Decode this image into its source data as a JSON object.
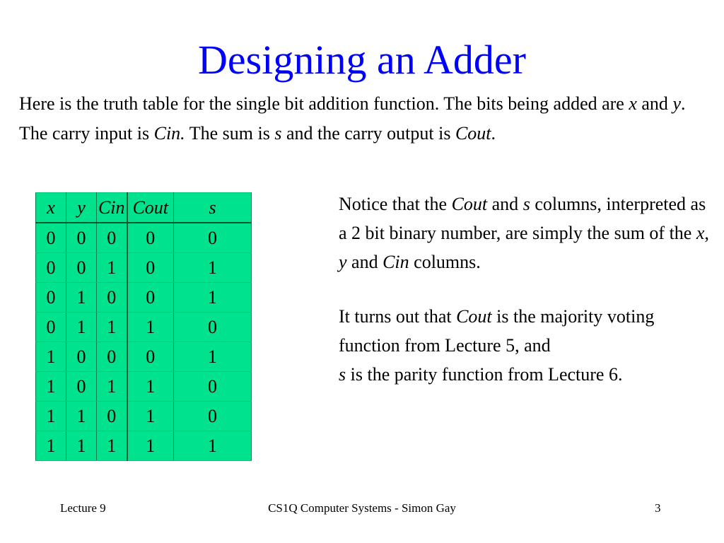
{
  "slide": {
    "title": "Designing an Adder"
  },
  "intro": {
    "p1": "Here is the truth table for the single bit addition function. The bits being added are ",
    "x": "x",
    "p2": " and ",
    "y": "y",
    "p3": ". The carry input is ",
    "cin": "Cin.",
    "p4": " The sum is ",
    "s": "s",
    "p5": " and the carry output is ",
    "cout": "Cout",
    "p6": "."
  },
  "truth_table": {
    "headers": [
      "x",
      "y",
      "Cin",
      "Cout",
      "s"
    ],
    "rows": [
      [
        "0",
        "0",
        "0",
        "0",
        "0"
      ],
      [
        "0",
        "0",
        "1",
        "0",
        "1"
      ],
      [
        "0",
        "1",
        "0",
        "0",
        "1"
      ],
      [
        "0",
        "1",
        "1",
        "1",
        "0"
      ],
      [
        "1",
        "0",
        "0",
        "0",
        "1"
      ],
      [
        "1",
        "0",
        "1",
        "1",
        "0"
      ],
      [
        "1",
        "1",
        "0",
        "1",
        "0"
      ],
      [
        "1",
        "1",
        "1",
        "1",
        "1"
      ]
    ],
    "background": "#00e38c"
  },
  "notes": {
    "n1": {
      "a": "Notice that the ",
      "cout": "Cout",
      "b": " and ",
      "s": "s",
      "c": " columns, interpreted as a 2 bit binary number, are simply the sum of the ",
      "x": "x",
      "d": ", ",
      "y": "y",
      "e": " and ",
      "cin": "Cin",
      "f": " columns."
    },
    "n2": {
      "a": "It turns out that ",
      "cout": "Cout",
      "b": " is the majority voting function from Lecture 5, and ",
      "s": "s",
      "c": " is the parity function from Lecture 6."
    }
  },
  "footer": {
    "left": "Lecture 9",
    "center": "CS1Q Computer Systems - Simon Gay",
    "page_number": "3"
  },
  "colors": {
    "title": "#0000ff",
    "table_background": "#00e38c"
  }
}
